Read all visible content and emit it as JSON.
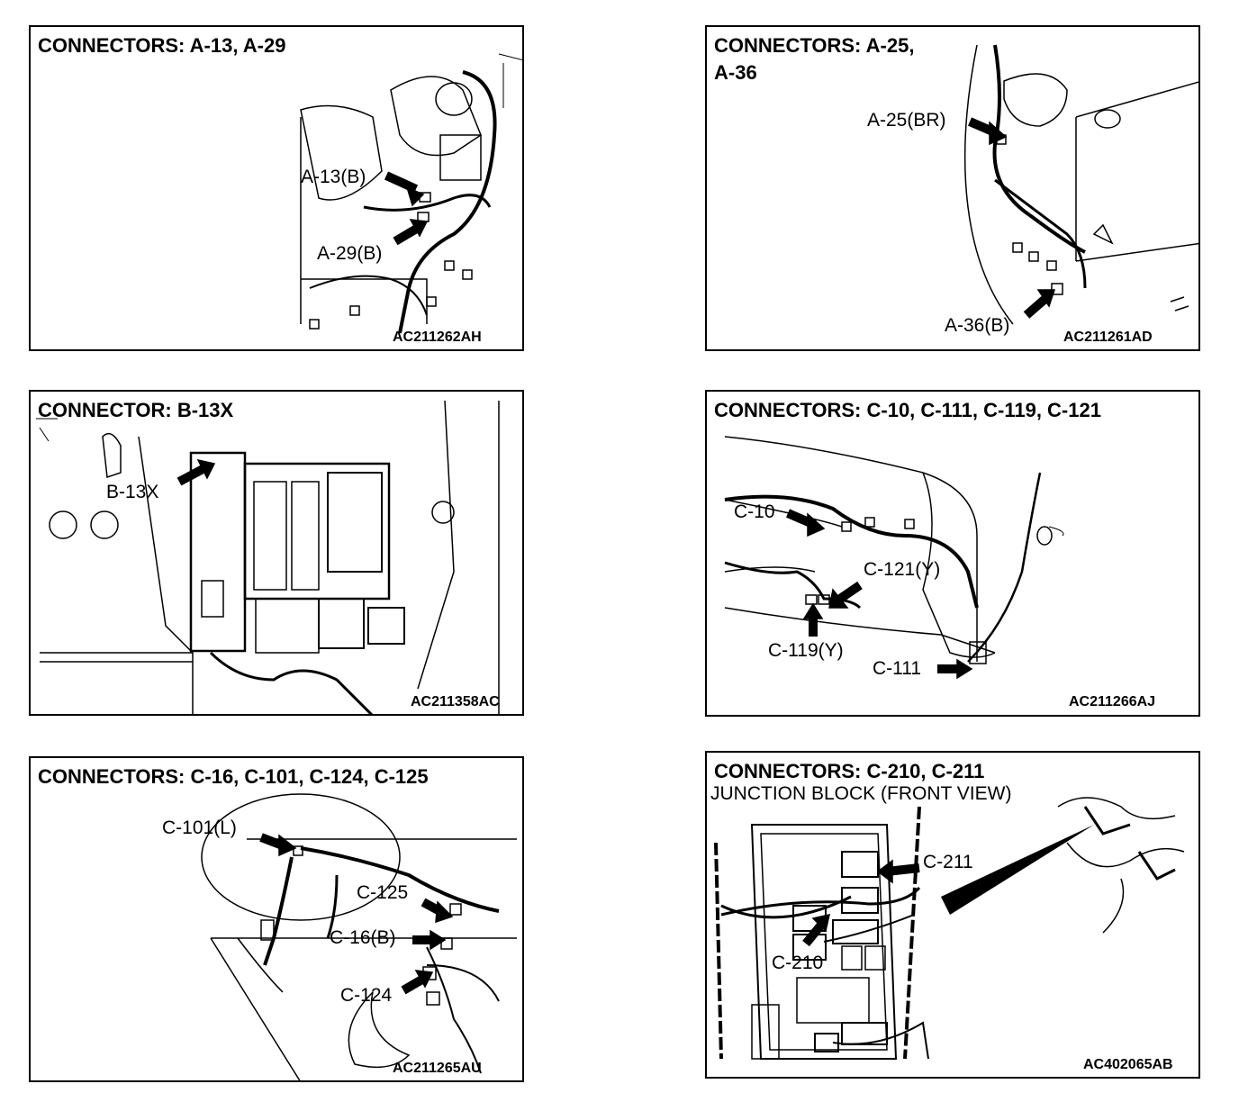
{
  "panels": [
    {
      "title": "CONNECTORS: A-13, A-29",
      "callouts": [
        "A-13(B)",
        "A-29(B)"
      ],
      "code": "AC211262AH"
    },
    {
      "title": "CONNECTORS: A-25,\nA-36",
      "callouts": [
        "A-25(BR)",
        "A-36(B)"
      ],
      "code": "AC211261AD"
    },
    {
      "title": "CONNECTOR: B-13X",
      "callouts": [
        "B-13X"
      ],
      "code": "AC211358AC"
    },
    {
      "title": "CONNECTORS: C-10, C-111, C-119, C-121",
      "callouts": [
        "C-10",
        "C-121(Y)",
        "C-119(Y)",
        "C-111"
      ],
      "code": "AC211266AJ"
    },
    {
      "title": "CONNECTORS: C-16, C-101, C-124, C-125",
      "callouts": [
        "C-101(L)",
        "C-125",
        "C-16(B)",
        "C-124"
      ],
      "code": "AC211265AU"
    },
    {
      "title": "CONNECTORS: C-210, C-211",
      "subtitle": "JUNCTION BLOCK (FRONT VIEW)",
      "callouts": [
        "C-211",
        "C-210"
      ],
      "code": "AC402065AB"
    }
  ]
}
